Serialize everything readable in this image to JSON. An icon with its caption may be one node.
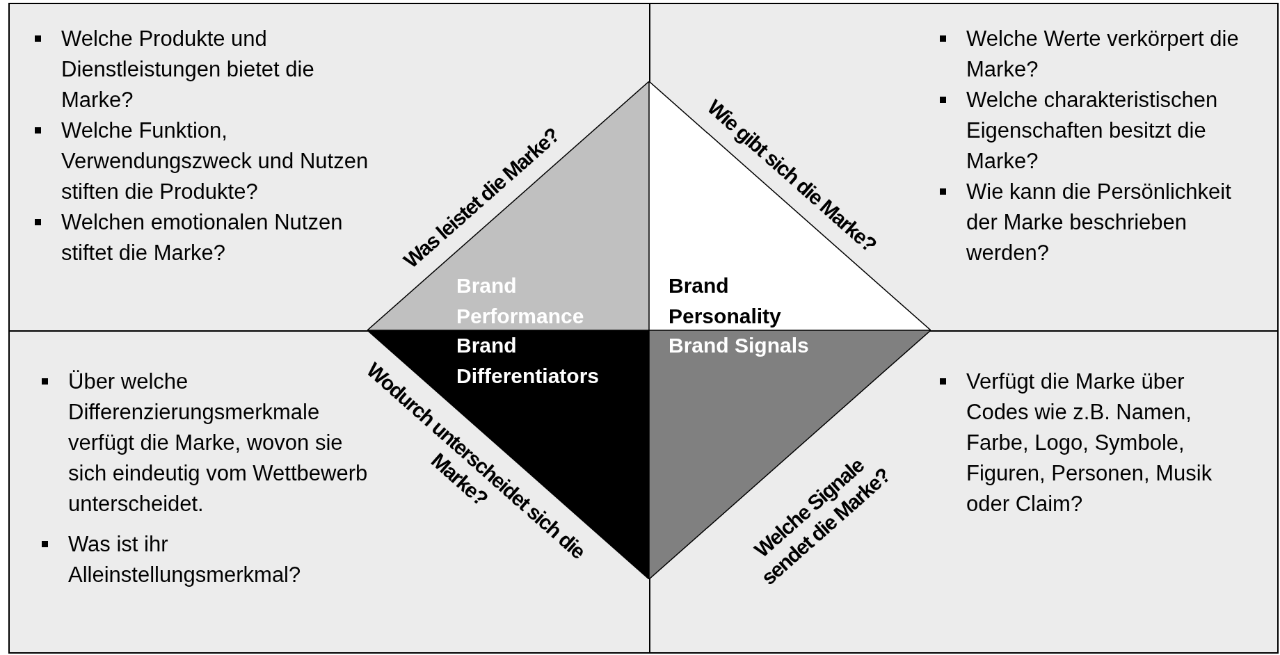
{
  "diagram": {
    "nodes": [
      {
        "text": [
          "Welche Produkte und Dienstleistungen bietet die Marke?",
          "Welche Funktion, Verwendungszweck und Nutzen stiften die Produkte?",
          "Welchen emotionalen Nutzen stiftet die Marke?"
        ]
      },
      {
        "text": [
          "Brand Performance"
        ],
        "in": 0,
        "beside": [
          "Was leistet die Marke?"
        ]
      },
      {
        "text": [
          "Welche Werte verkörpert die Marke?",
          "Welche charakteristischen Eigenschaften besitzt die Marke?",
          "Wie kann die Persönlichkeit der Marke beschrieben werden?"
        ]
      },
      {
        "text": [
          "Brand Personality"
        ],
        "in": 2,
        "beside": [
          "Wie gibt sich die Marke?"
        ]
      },
      {
        "text": [
          "Über welche Differenzierungsmerkmale verfügt die Marke, wovon sie sich eindeutig vom Wettbewerb unterscheidet.",
          "Was ist ihr Alleinstellungsmerkmal?"
        ]
      },
      {
        "text": [
          "Brand Differentiators"
        ],
        "in": 4,
        "beside": [
          "Wodurch unterscheidet sich die Marke?"
        ]
      },
      {
        "text": [
          "Verfügt die Marke über Codes wie z.B. Namen, Farbe, Logo, Symbole, Figuren, Personen, Musik oder Claim?"
        ]
      },
      {
        "text": [
          "Brand Signals"
        ],
        "in": 6,
        "beside": [
          "Welche Signale sendet die Marke?"
        ]
      }
    ]
  }
}
